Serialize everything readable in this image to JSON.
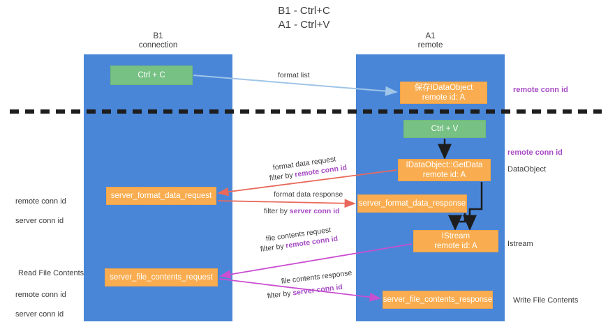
{
  "title": "B1 - Ctrl+C\nA1 - Ctrl+V",
  "lanes": [
    {
      "key": "b1",
      "header": "B1\nconnection",
      "color": "#4a86d8"
    },
    {
      "key": "a1",
      "header": "A1\nremote",
      "color": "#4a86d8"
    }
  ],
  "nodes": {
    "ctrl_c": "Ctrl + C",
    "save_dataobject": "保存IDataObject\nremote id: A",
    "ctrl_v": "Ctrl + V",
    "getdata": "IDataObject::GetData\nremote id: A",
    "server_format_data_request": "server_format_data_request",
    "server_format_data_response": "server_format_data_response",
    "istream": "IStream\nremote id: A",
    "server_file_contents_request": "server_file_contents_request",
    "server_file_contents_response": "server_file_contents_response"
  },
  "annotations": {
    "remote_conn_id_top": "remote conn id",
    "remote_conn_id_mid": "remote conn id",
    "dataobject": "DataObject",
    "istream": "Istream",
    "write_file_contents": "Write File Contents",
    "read_file_contents": "Read File Contents",
    "left_ids_remote": "remote conn id",
    "left_ids_server": "server conn id",
    "left_ids2_remote": "remote conn id",
    "left_ids2_server": "server conn id"
  },
  "edges": {
    "format_list": "format list",
    "format_data_request": "format data request",
    "format_data_request_filter_prefix": "filter by ",
    "format_data_request_filter_key": "remote conn id",
    "format_data_response": "format data response",
    "format_data_response_filter_prefix": "filter by ",
    "format_data_response_filter_key": "server conn id",
    "file_contents_request": "file contents request",
    "file_contents_request_filter_prefix": "filter by ",
    "file_contents_request_filter_key": "remote conn id",
    "file_contents_response": "file contents response",
    "file_contents_response_filter_prefix": "filter by ",
    "file_contents_response_filter_key": "server conn id"
  },
  "colors": {
    "lane": "#4a86d8",
    "green_node": "#76c183",
    "orange_node": "#f9ad50",
    "purple_text": "#a64bc4",
    "green_text": "#62b56f",
    "arrow_lightblue": "#9fc5e8",
    "arrow_red": "#e8695b",
    "arrow_magenta": "#c94fd0",
    "arrow_black": "#1d1d1d",
    "divider": "#1d1d1d"
  }
}
